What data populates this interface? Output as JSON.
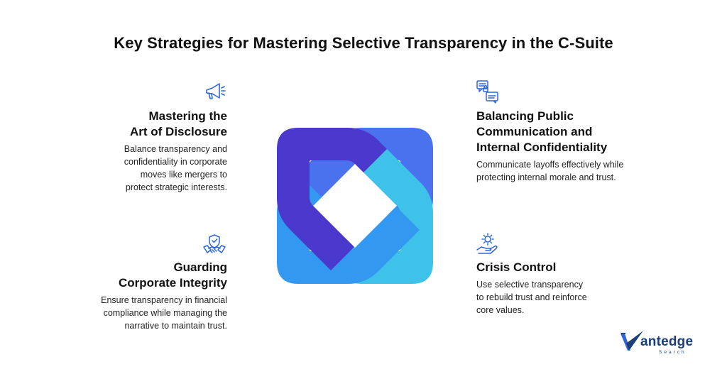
{
  "title": "Key Strategies for Mastering Selective Transparency in the C-Suite",
  "sections": [
    {
      "title_lines": [
        "Mastering the",
        "Art of Disclosure"
      ],
      "desc_lines": [
        "Balance transparency and",
        "confidentiality in corporate",
        "moves like mergers to",
        "protect strategic interests."
      ],
      "icon": "megaphone-icon"
    },
    {
      "title_lines": [
        "Balancing Public",
        "Communication and",
        "Internal Confidentiality"
      ],
      "desc_lines": [
        "Communicate layoffs effectively while",
        "protecting internal morale and trust."
      ],
      "icon": "chat-lock-icon"
    },
    {
      "title_lines": [
        "Guarding",
        "Corporate Integrity"
      ],
      "desc_lines": [
        "Ensure transparency in financial",
        "compliance while managing the",
        "narrative to maintain trust."
      ],
      "icon": "handshake-shield-icon"
    },
    {
      "title_lines": [
        "Crisis Control"
      ],
      "desc_lines": [
        "Use selective transparency",
        "to rebuild trust and reinforce",
        "core values."
      ],
      "icon": "gear-hand-icon"
    }
  ],
  "colors": {
    "segment_top_left": "#4a39cc",
    "segment_top_right": "#4a72ee",
    "segment_bottom_left": "#3399f0",
    "segment_bottom_right": "#3ec2ea",
    "icon_stroke": "#2f66d8",
    "logo_blue": "#1c3f7a"
  },
  "logo": {
    "wordmark": "antedge",
    "subtitle": "Search"
  }
}
